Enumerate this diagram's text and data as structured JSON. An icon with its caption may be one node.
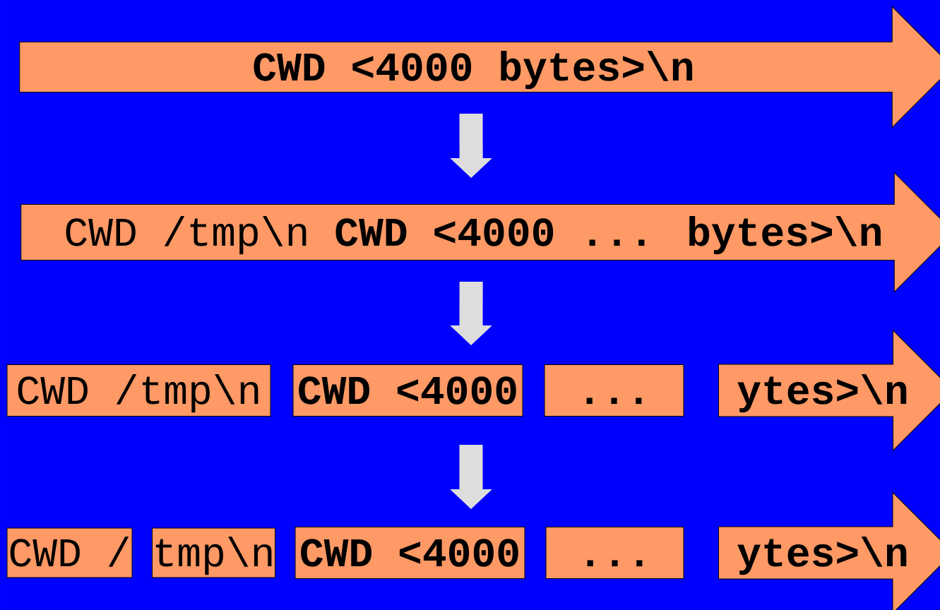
{
  "diagram": {
    "nodes": [
      {
        "text": [
          "CWD <4000 bytes>\\n"
        ]
      },
      {
        "text": [
          "CWD /tmp\\n **CWD <4000 ... bytes>\\n**"
        ]
      },
      {
        "text": [
          "CWD /tmp\\n"
        ]
      },
      {
        "text": [
          "CWD <4000"
        ]
      },
      {
        "text": [
          "..."
        ]
      },
      {
        "text": [
          "ytes>\\n"
        ]
      },
      {
        "text": [
          "CWD /"
        ]
      },
      {
        "text": [
          "tmp\\n"
        ]
      },
      {
        "text": [
          "CWD <4000"
        ]
      },
      {
        "text": [
          "..."
        ]
      },
      {
        "text": [
          "ytes>\\n"
        ]
      }
    ],
    "edges": [
      {
        "from": 0,
        "to": 1,
        "arrow": "to"
      },
      {
        "from": 1,
        "to": 3,
        "arrow": "to"
      },
      {
        "from": 3,
        "to": 8,
        "arrow": "to"
      }
    ]
  }
}
